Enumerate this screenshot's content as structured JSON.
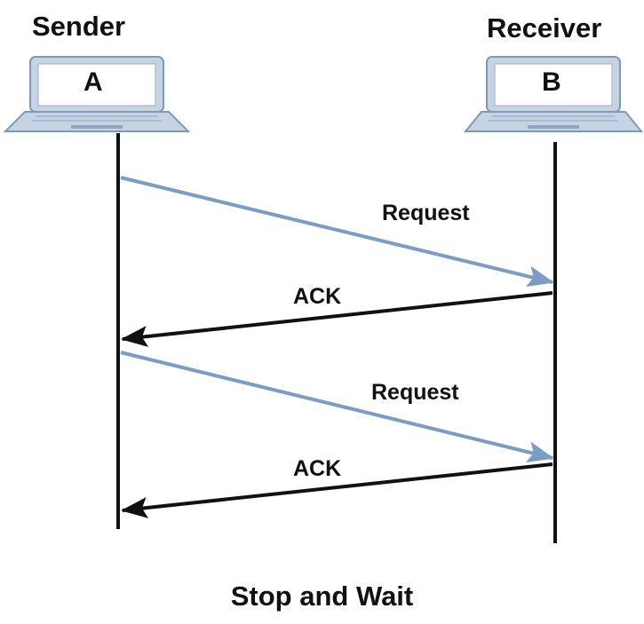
{
  "sender": {
    "role_label": "Sender",
    "node_label": "A",
    "icon": "laptop-icon"
  },
  "receiver": {
    "role_label": "Receiver",
    "node_label": "B",
    "icon": "laptop-icon"
  },
  "messages": [
    {
      "label": "Request",
      "from": "A",
      "to": "B",
      "color": "#7b9cc4"
    },
    {
      "label": "ACK",
      "from": "B",
      "to": "A",
      "color": "#111111"
    },
    {
      "label": "Request",
      "from": "A",
      "to": "B",
      "color": "#7b9cc4"
    },
    {
      "label": "ACK",
      "from": "B",
      "to": "A",
      "color": "#111111"
    }
  ],
  "caption": "Stop and Wait",
  "colors": {
    "laptop_fill": "#c5d3e3",
    "laptop_stroke": "#7f9ab8",
    "screen": "#ffffff",
    "lifeline": "#111111",
    "request": "#7b9cc4",
    "ack": "#111111"
  }
}
